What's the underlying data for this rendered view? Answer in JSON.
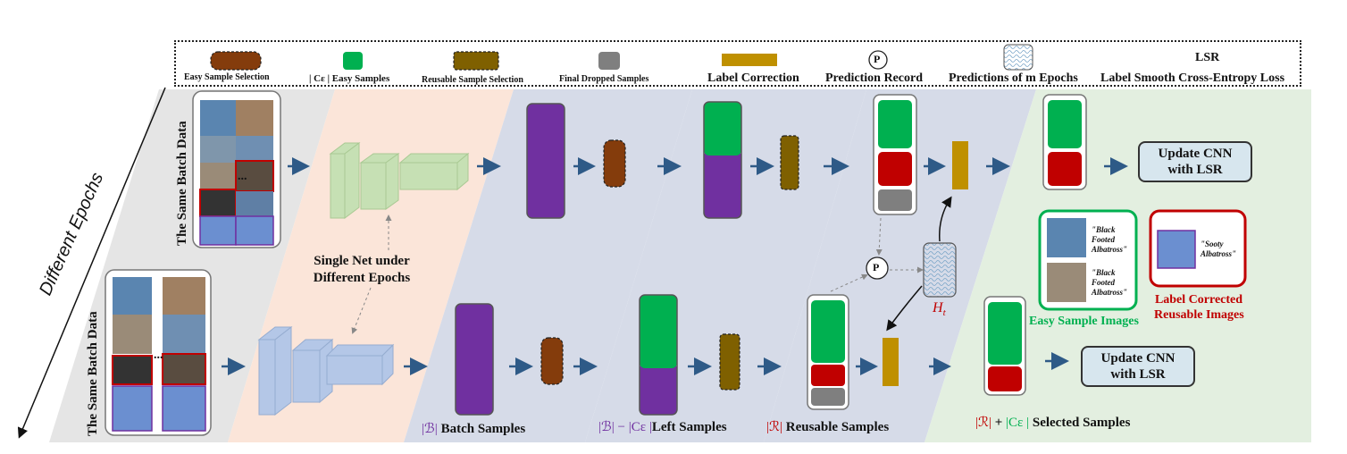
{
  "legend": {
    "easy_selection": "Easy Sample Selection",
    "easy_samples": "| Cε |  Easy Samples",
    "reusable_selection": "Reusable Sample Selection",
    "final_dropped": "Final Dropped Samples",
    "label_correction": "Label Correction",
    "prediction_record": "Prediction Record",
    "prediction_icon": "P",
    "predictions_m": "Predictions of m Epochs",
    "lsr_abbr": "LSR",
    "lsr_full": "Label Smooth Cross-Entropy Loss"
  },
  "axis": {
    "different_epochs": "Different Epochs"
  },
  "batch": {
    "same_batch_top": "The Same Batch Data",
    "same_batch_bottom": "The Same Batch Data",
    "dots": "..."
  },
  "net": {
    "line1": "Single Net under",
    "line2": "Different Epochs"
  },
  "stages": {
    "batch_samples_sym": "|ℬ|",
    "batch_samples": " Batch Samples",
    "left_samples_sym1": "|ℬ| − |Cε |",
    "left_samples": "Left Samples",
    "reusable_sym": "|ℛ|",
    "reusable": " Reusable Samples",
    "selected_sym1": "|ℛ|",
    "selected_plus": " + ",
    "selected_sym2": "|Cε |",
    "selected": " Selected Samples"
  },
  "history": {
    "label": "H",
    "sub": "t",
    "p": "P"
  },
  "update": {
    "line1": "Update CNN",
    "line2": "with LSR"
  },
  "examples": {
    "easy_title": "Easy Sample Images",
    "easy_q1": [
      "\"Black",
      "Footed",
      "Albatross\""
    ],
    "easy_q2": [
      "\"Black",
      "Footed",
      "Albatross\""
    ],
    "corrected_q": [
      "\"Sooty",
      "Albatross\""
    ],
    "corrected_title1": "Label Corrected",
    "corrected_title2": "Reusable Images"
  },
  "colors": {
    "purple": "#7030a0",
    "green": "#00b050",
    "red": "#c00000",
    "gray": "#7f7f7f",
    "brown": "#843c0c",
    "olive": "#7f6000",
    "gold": "#bf9000",
    "arrow": "#2e5a87"
  }
}
